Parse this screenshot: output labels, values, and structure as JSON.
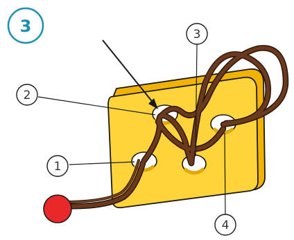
{
  "step": {
    "number": "3"
  },
  "callouts": [
    {
      "id": "hole-1",
      "label": "1"
    },
    {
      "id": "hole-2",
      "label": "2"
    },
    {
      "id": "hole-3",
      "label": "3"
    },
    {
      "id": "hole-4",
      "label": "4"
    }
  ],
  "colors": {
    "accent": "#1a8fb0",
    "block_face": "#ffd43b",
    "block_side": "#f2b300",
    "string": "#6b3a1e",
    "bead": "#e8282b"
  },
  "icons": {
    "arrow": "pointer-arrow-icon",
    "bead": "red-bead-icon"
  }
}
